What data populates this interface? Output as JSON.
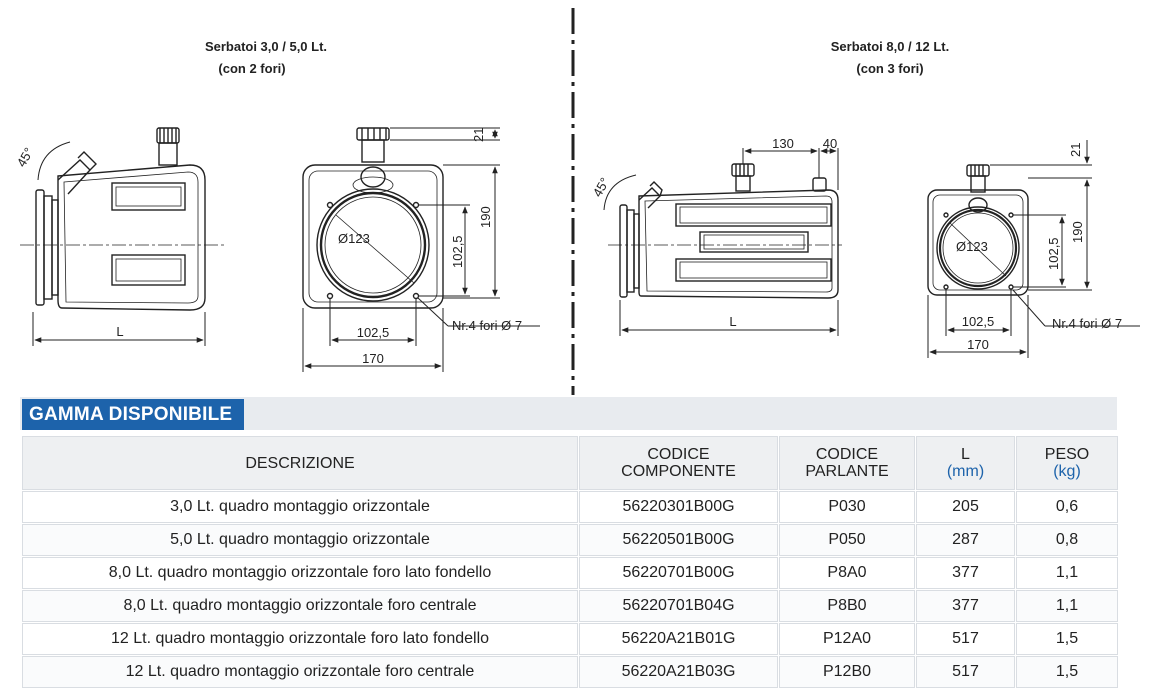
{
  "left_drawing": {
    "title_line1": "Serbatoi  3,0 / 5,0 Lt.",
    "title_line2": "(con 2 fori)",
    "angle": "45°",
    "length": "L",
    "diameter": "Ø123",
    "dim_102_5_v": "102,5",
    "dim_190": "190",
    "dim_21": "21",
    "dim_102_5_h": "102,5",
    "dim_170": "170",
    "holes": "Nr.4 fori Ø 7"
  },
  "right_drawing": {
    "title_line1": "Serbatoi 8,0 / 12 Lt.",
    "title_line2": "(con 3 fori)",
    "angle": "45°",
    "length": "L",
    "dim_130": "130",
    "dim_40": "40",
    "diameter": "Ø123",
    "dim_102_5_v": "102,5",
    "dim_190": "190",
    "dim_21": "21",
    "dim_102_5_h": "102,5",
    "dim_170": "170",
    "holes": "Nr.4 fori Ø 7"
  },
  "section_title": "GAMMA DISPONIBILE",
  "table": {
    "headers": {
      "descrizione": "DESCRIZIONE",
      "codice_componente_1": "CODICE",
      "codice_componente_2": "COMPONENTE",
      "codice_parlante_1": "CODICE",
      "codice_parlante_2": "PARLANTE",
      "l": "L",
      "l_unit": "(mm)",
      "peso": "PESO",
      "peso_unit": "(kg)"
    },
    "rows": [
      {
        "descrizione": "3,0 Lt. quadro montaggio orizzontale",
        "codice_componente": "56220301B00G",
        "codice_parlante": "P030",
        "l": "205",
        "peso": "0,6"
      },
      {
        "descrizione": "5,0 Lt. quadro montaggio orizzontale",
        "codice_componente": "56220501B00G",
        "codice_parlante": "P050",
        "l": "287",
        "peso": "0,8"
      },
      {
        "descrizione": "8,0 Lt. quadro montaggio orizzontale foro lato fondello",
        "codice_componente": "56220701B00G",
        "codice_parlante": "P8A0",
        "l": "377",
        "peso": "1,1"
      },
      {
        "descrizione": "8,0 Lt. quadro montaggio orizzontale foro centrale",
        "codice_componente": "56220701B04G",
        "codice_parlante": "P8B0",
        "l": "377",
        "peso": "1,1"
      },
      {
        "descrizione": "12 Lt. quadro montaggio orizzontale foro lato fondello",
        "codice_componente": "56220A21B01G",
        "codice_parlante": "P12A0",
        "l": "517",
        "peso": "1,5"
      },
      {
        "descrizione": "12 Lt. quadro montaggio orizzontale foro centrale",
        "codice_componente": "56220A21B03G",
        "codice_parlante": "P12B0",
        "l": "517",
        "peso": "1,5"
      }
    ]
  }
}
